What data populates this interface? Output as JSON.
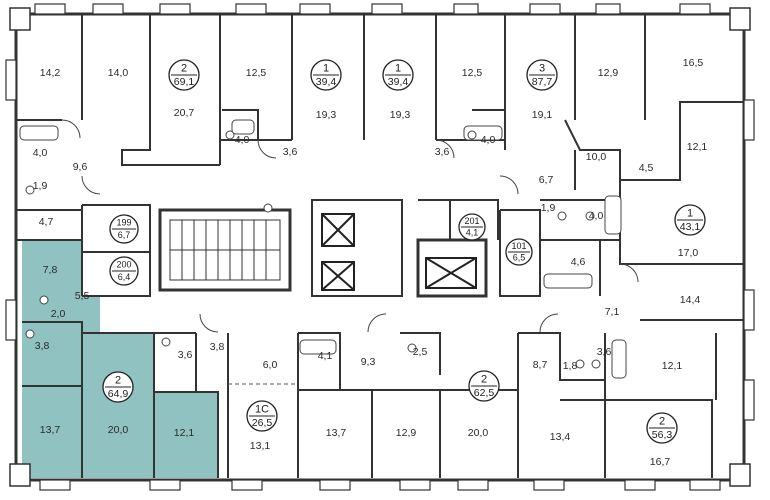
{
  "colors": {
    "highlight": "#8fc2c0",
    "wall": "#333333",
    "background": "#ffffff",
    "core": "#cfcfcf"
  },
  "badges": [
    {
      "id": "b1",
      "rooms": "2",
      "area": "69,1"
    },
    {
      "id": "b2",
      "rooms": "1",
      "area": "39,4"
    },
    {
      "id": "b3",
      "rooms": "1",
      "area": "39,4"
    },
    {
      "id": "b4",
      "rooms": "3",
      "area": "87,7"
    },
    {
      "id": "b5",
      "rooms": "199",
      "area": "6,7"
    },
    {
      "id": "b6",
      "rooms": "200",
      "area": "6,4"
    },
    {
      "id": "b7",
      "rooms": "201",
      "area": "4,1"
    },
    {
      "id": "b8",
      "rooms": "101",
      "area": "6,5"
    },
    {
      "id": "b9",
      "rooms": "1",
      "area": "43,1"
    },
    {
      "id": "b10",
      "rooms": "2",
      "area": "64,9"
    },
    {
      "id": "b11",
      "rooms": "1С",
      "area": "26,5"
    },
    {
      "id": "b12",
      "rooms": "2",
      "area": "62,5"
    },
    {
      "id": "b13",
      "rooms": "2",
      "area": "56,3"
    }
  ],
  "room_labels": [
    "14,2",
    "14,0",
    "20,7",
    "12,5",
    "19,3",
    "19,3",
    "12,5",
    "19,1",
    "12,9",
    "16,5",
    "4,0",
    "9,6",
    "1,9",
    "4,0",
    "3,6",
    "3,6",
    "4,0",
    "10,0",
    "4,5",
    "12,1",
    "6,7",
    "4,7",
    "7,8",
    "5,5",
    "2,0",
    "3,8",
    "1,9",
    "4,0",
    "17,0",
    "4,6",
    "14,4",
    "7,1",
    "3,6",
    "3,8",
    "6,0",
    "4,1",
    "9,3",
    "2,5",
    "8,7",
    "1,8",
    "3,6",
    "12,1",
    "13,7",
    "20,0",
    "12,1",
    "13,1",
    "13,7",
    "12,9",
    "20,0",
    "13,4",
    "16,7"
  ]
}
